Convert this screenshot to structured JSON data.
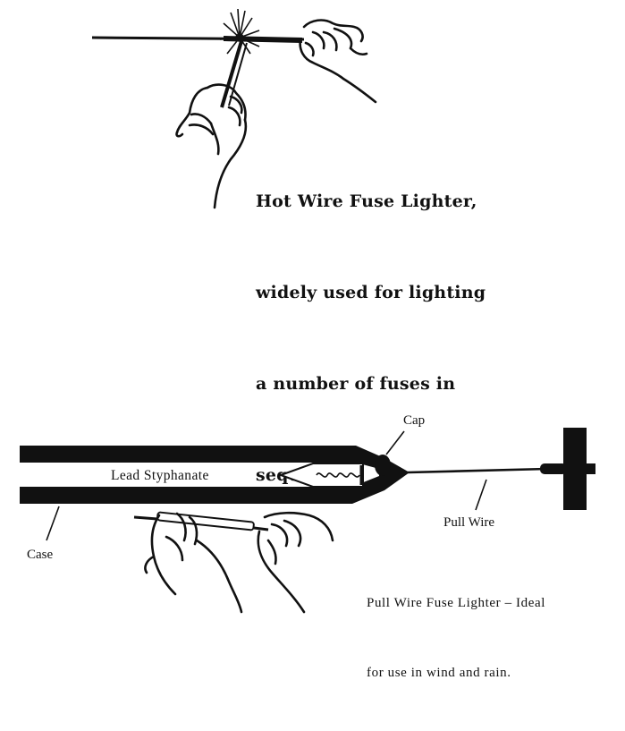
{
  "hot_wire": {
    "caption_lines": [
      "Hot Wire Fuse Lighter,",
      "widely used for lighting",
      "a number of fuses in",
      "sequence."
    ]
  },
  "pull_wire": {
    "labels": {
      "cap": "Cap",
      "lead_styphanate": "Lead Styphanate",
      "pull_wire": "Pull Wire",
      "case": "Case"
    },
    "caption_lines": [
      "Pull Wire Fuse Lighter – Ideal",
      "for use in wind and rain."
    ]
  },
  "colors": {
    "ink": "#111111",
    "paper": "#ffffff"
  }
}
